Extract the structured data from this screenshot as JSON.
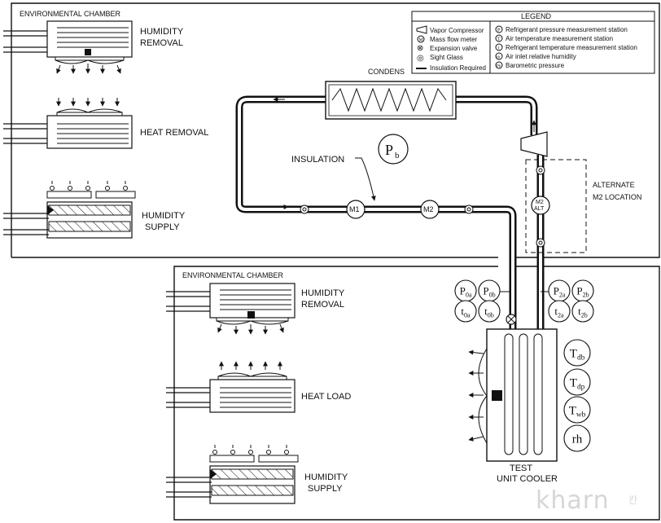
{
  "upper_chamber": {
    "title": "ENVIRONMENTAL CHAMBER",
    "units": [
      {
        "line1": "HUMIDITY",
        "line2": "REMOVAL"
      },
      {
        "line1": "HEAT REMOVAL",
        "line2": ""
      },
      {
        "line1": "HUMIDITY",
        "line2": "SUPPLY"
      }
    ]
  },
  "lower_chamber": {
    "title": "ENVIRONMENTAL CHAMBER",
    "units": [
      {
        "line1": "HUMIDITY",
        "line2": "REMOVAL"
      },
      {
        "line1": "HEAT LOAD",
        "line2": ""
      },
      {
        "line1": "HUMIDITY",
        "line2": "SUPPLY"
      }
    ]
  },
  "legend": {
    "title": "LEGEND",
    "left_items": [
      "Vapor Compressor",
      "Mass flow meter",
      "Expansion valve",
      "Sight Glass",
      "Insulation Required"
    ],
    "left_symbols": [
      "",
      "M",
      "⊗",
      "◎",
      ""
    ],
    "right_items": [
      "Refrigerant pressure measurement station",
      "Air temperature measurement station",
      "Refrigerant temperature measurement station",
      "Air inlet relative humidity",
      "Barometric pressure"
    ],
    "right_symbols": [
      "P",
      "T",
      "t",
      "rh",
      "Pb"
    ]
  },
  "loop": {
    "condenser_label": "CONDENS",
    "insulation_label": "INSULATION",
    "meter_1": "M1",
    "meter_2": "M2",
    "alt_meter_top": "M2",
    "alt_meter_bottom": "ALT",
    "alternate_line1": "ALTERNATE",
    "alternate_line2": "M2 LOCATION",
    "baro": {
      "main": "P",
      "sub": "b"
    }
  },
  "stations": {
    "left": [
      {
        "main": "P",
        "sub": "0a"
      },
      {
        "main": "P",
        "sub": "0b"
      },
      {
        "main": "t",
        "sub": "0a"
      },
      {
        "main": "t",
        "sub": "0b"
      }
    ],
    "right": [
      {
        "main": "P",
        "sub": "2a"
      },
      {
        "main": "P",
        "sub": "2b"
      },
      {
        "main": "t",
        "sub": "2a"
      },
      {
        "main": "t",
        "sub": "2b"
      }
    ],
    "air": [
      {
        "main": "T",
        "sub": "db"
      },
      {
        "main": "T",
        "sub": "dp"
      },
      {
        "main": "T",
        "sub": "wb"
      },
      {
        "main": "rh",
        "sub": ""
      }
    ]
  },
  "test_unit": {
    "line1": "TEST",
    "line2": "UNIT COOLER"
  },
  "watermark": {
    "text": "kharn",
    "mark": "칸"
  }
}
